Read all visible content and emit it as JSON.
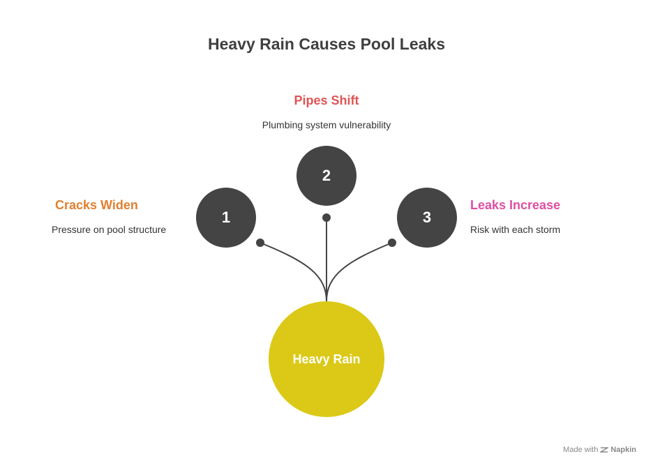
{
  "title": "Heavy Rain Causes Pool Leaks",
  "hub": {
    "label": "Heavy Rain",
    "color": "#dcc917"
  },
  "nodes": [
    {
      "number": "1",
      "title": "Cracks Widen",
      "description": "Pressure on pool structure",
      "color": "#e08030"
    },
    {
      "number": "2",
      "title": "Pipes Shift",
      "description": "Plumbing system vulnerability",
      "color": "#e05555"
    },
    {
      "number": "3",
      "title": "Leaks Increase",
      "description": "Risk with each storm",
      "color": "#de4fa2"
    }
  ],
  "footer": {
    "made_with": "Made with",
    "brand": "Napkin"
  }
}
